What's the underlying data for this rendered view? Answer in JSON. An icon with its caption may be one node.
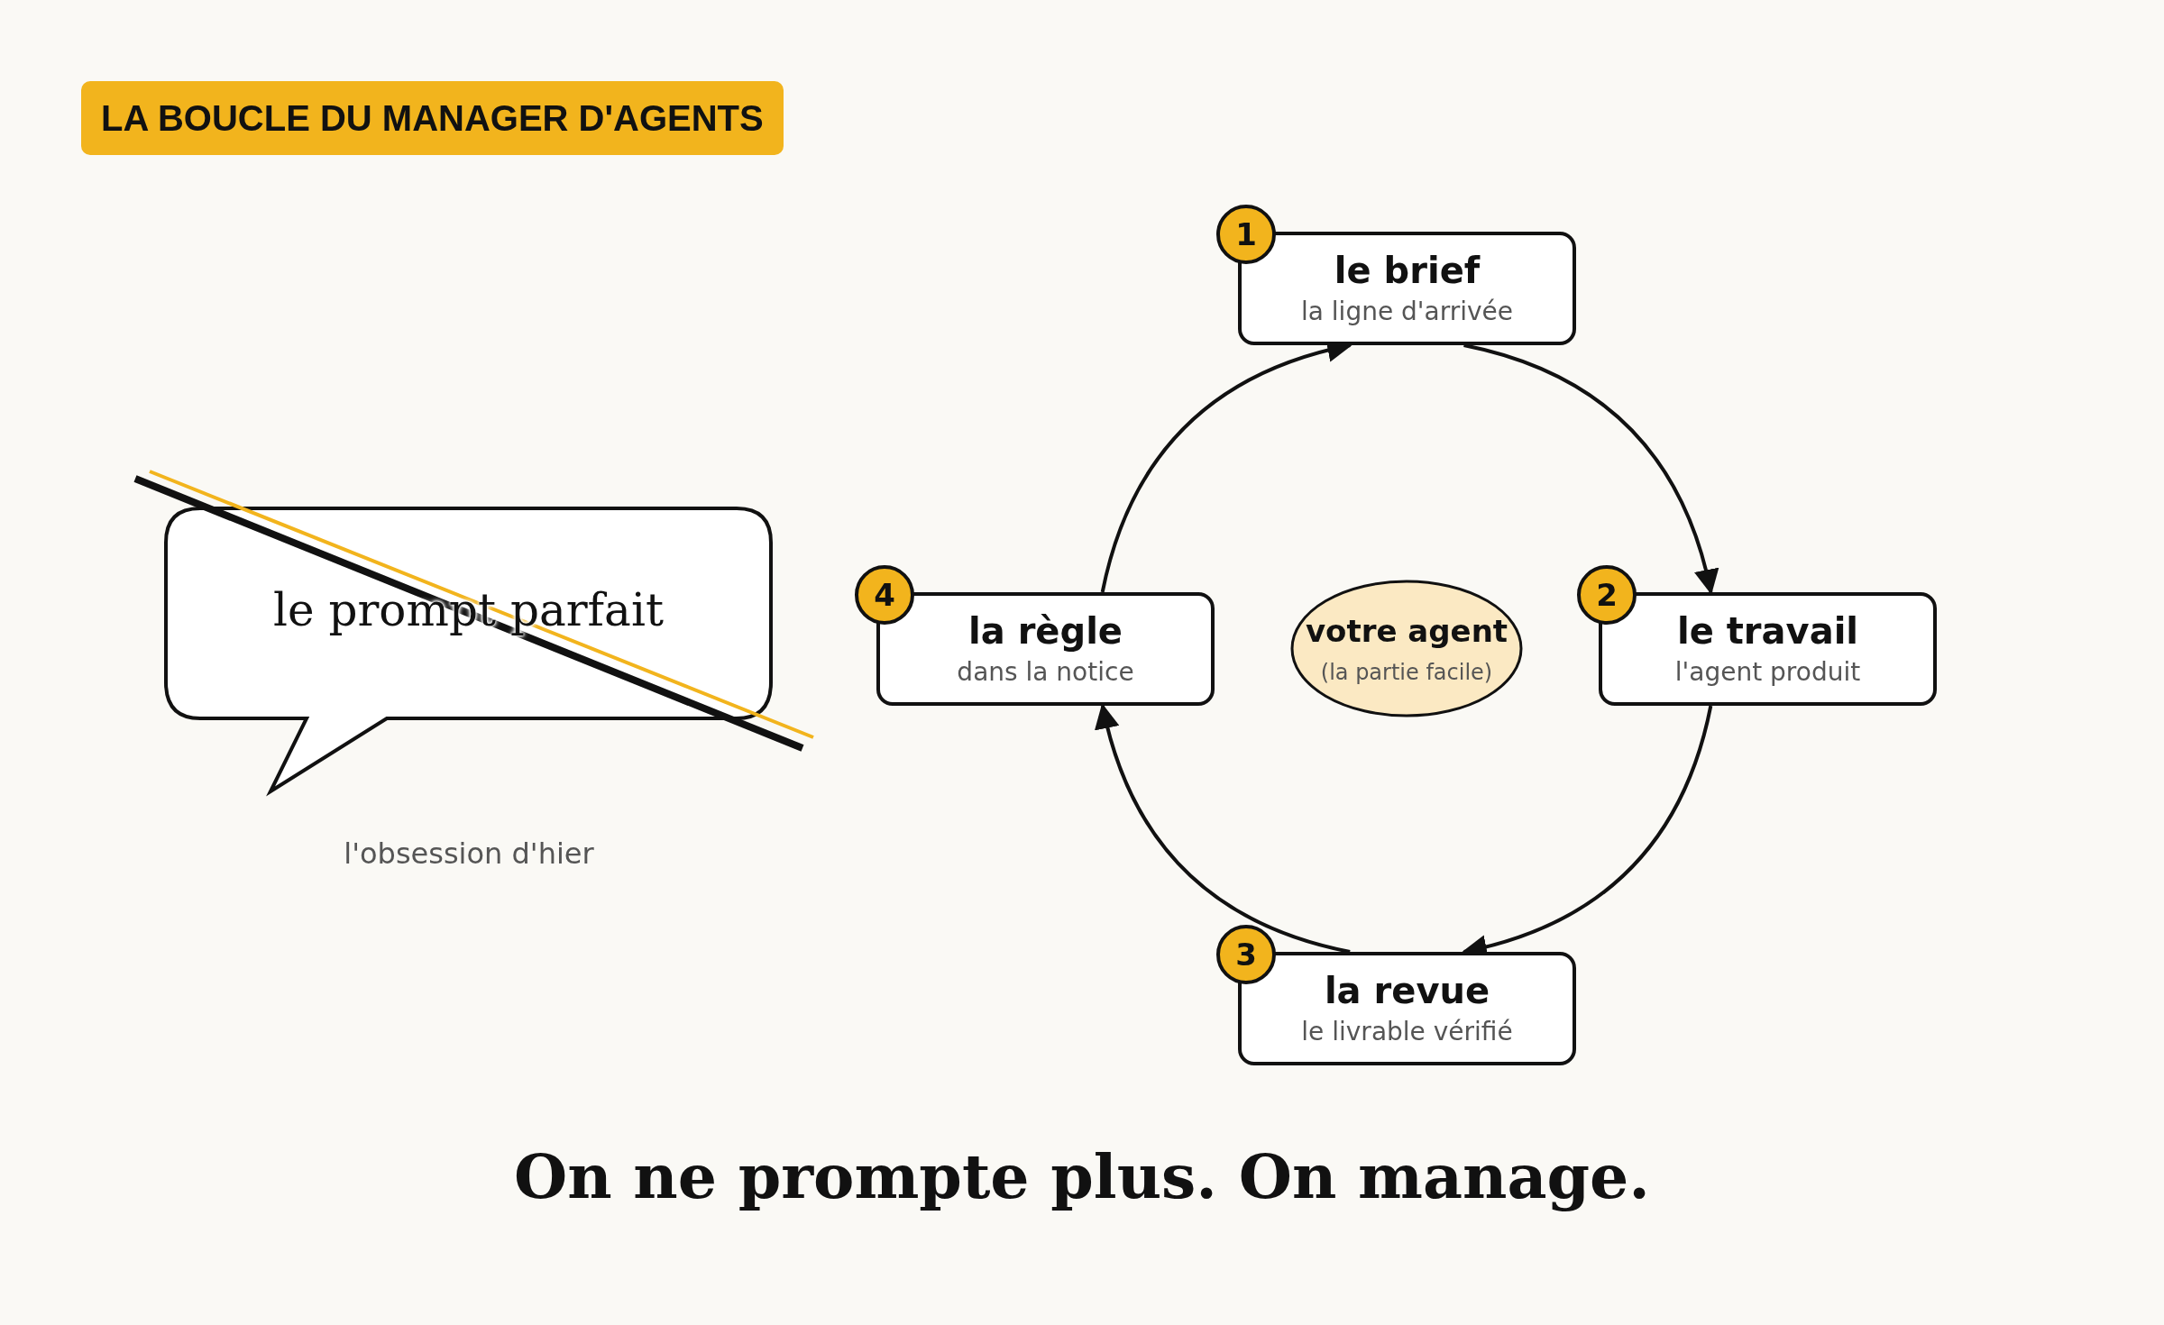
{
  "diagram": {
    "title": "LA BOUCLE DU MANAGER D'AGENTS",
    "caption": "On ne prompte plus. On manage.",
    "nodes": [
      {
        "text": [
          "le prompt parfait"
        ],
        "beside": [
          "l'obsession d'hier"
        ]
      },
      {
        "text": [
          "1",
          "le brief",
          "la ligne d'arrivée"
        ]
      },
      {
        "text": [
          "4",
          "la règle",
          "dans la notice"
        ]
      },
      {
        "text": [
          "votre agent",
          "(la partie facile)"
        ]
      },
      {
        "text": [
          "2",
          "le travail",
          "l'agent produit"
        ]
      },
      {
        "text": [
          "3",
          "la revue",
          "le livrable vérifié"
        ]
      }
    ],
    "edges": [
      {
        "from": 1,
        "to": 4,
        "arrow": "to"
      },
      {
        "from": 4,
        "to": 5,
        "arrow": "to"
      },
      {
        "from": 5,
        "to": 2,
        "arrow": "to"
      },
      {
        "from": 2,
        "to": 1,
        "arrow": "to"
      }
    ]
  }
}
